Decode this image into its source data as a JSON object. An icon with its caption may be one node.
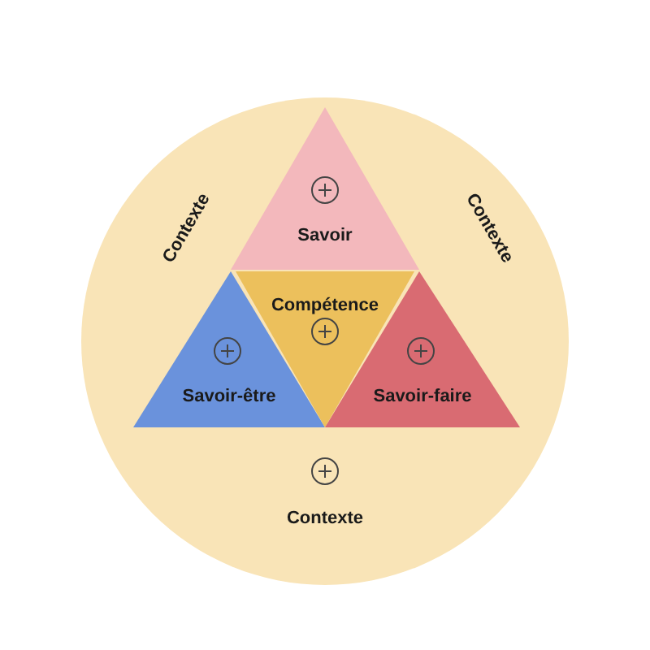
{
  "diagram": {
    "nodes": [
      {
        "text": [
          "Contexte",
          "Contexte",
          "Contexte"
        ]
      },
      {
        "text": [
          "Savoir"
        ],
        "in": 0
      },
      {
        "text": [
          "Savoir-être"
        ],
        "in": 0
      },
      {
        "text": [
          "Compétence"
        ],
        "in": 0
      },
      {
        "text": [
          "Savoir-faire"
        ],
        "in": 0
      }
    ]
  }
}
